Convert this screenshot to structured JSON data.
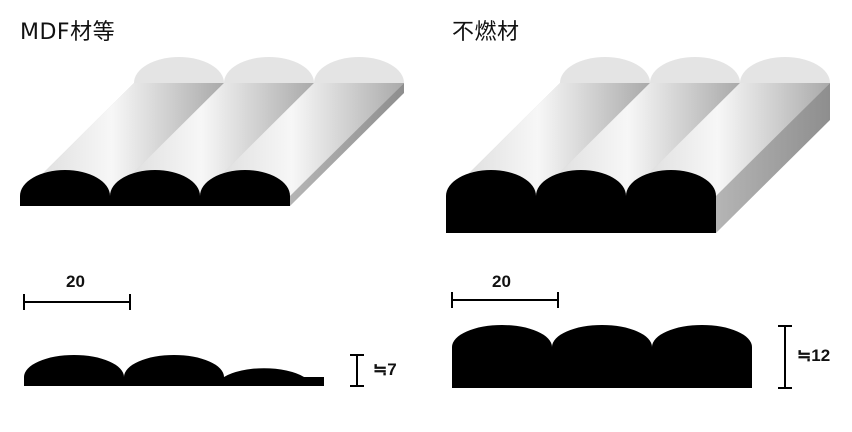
{
  "panels": [
    {
      "title": "MDF材等",
      "width_label": "20",
      "thickness_label": "≒7"
    },
    {
      "title": "不燃材",
      "width_label": "20",
      "thickness_label": "≒12"
    }
  ],
  "colors": {
    "profile": "#000000",
    "face_light": "#f2f2f2",
    "face_mid": "#c8c8c8",
    "side": "#9a9a9a"
  }
}
